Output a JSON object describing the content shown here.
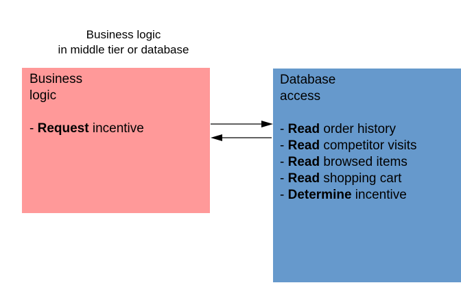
{
  "colors": {
    "business_box": "#ff9999",
    "database_box": "#6699cc",
    "arrow": "#000000",
    "text": "#000000"
  },
  "caption": {
    "line1": "Business logic",
    "line2": "in middle tier or database"
  },
  "business_box": {
    "title_line1": "Business",
    "title_line2": "logic",
    "items": [
      {
        "prefix": "- ",
        "verb": "Request",
        "rest": " incentive"
      }
    ]
  },
  "database_box": {
    "title_line1": "Database",
    "title_line2": "access",
    "items": [
      {
        "prefix": "- ",
        "verb": "Read",
        "rest": " order history"
      },
      {
        "prefix": "- ",
        "verb": "Read",
        "rest": " competitor visits"
      },
      {
        "prefix": "- ",
        "verb": "Read",
        "rest": " browsed items"
      },
      {
        "prefix": "- ",
        "verb": "Read",
        "rest": " shopping cart"
      },
      {
        "prefix": "- ",
        "verb": "Determine",
        "rest": " incentive"
      }
    ]
  },
  "arrows": [
    {
      "from": "business_box",
      "to": "database_box"
    },
    {
      "from": "database_box",
      "to": "business_box"
    }
  ]
}
